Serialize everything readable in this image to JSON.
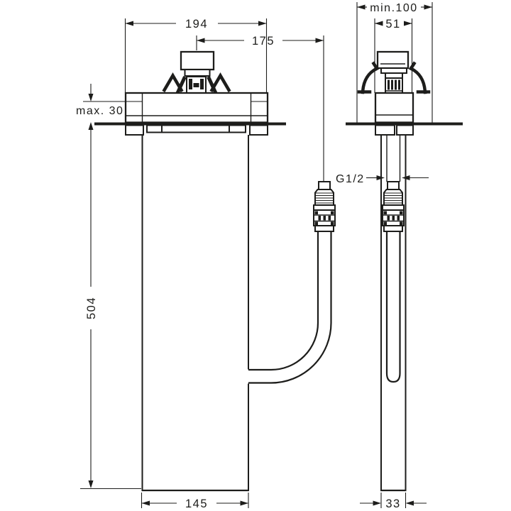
{
  "drawing": {
    "views": {
      "front": "front-view",
      "side": "side-view"
    },
    "dims": {
      "front_width": "194",
      "hose_offset": "175",
      "max_mounting_depth": "max. 30",
      "body_height": "504",
      "body_width_bottom": "145",
      "min_installation_depth": "min.100",
      "side_body_width": "51",
      "thread_size": "G1/2",
      "pipe_width": "33"
    },
    "colors": {
      "line": "#1d1d1b",
      "background": "#ffffff"
    }
  }
}
